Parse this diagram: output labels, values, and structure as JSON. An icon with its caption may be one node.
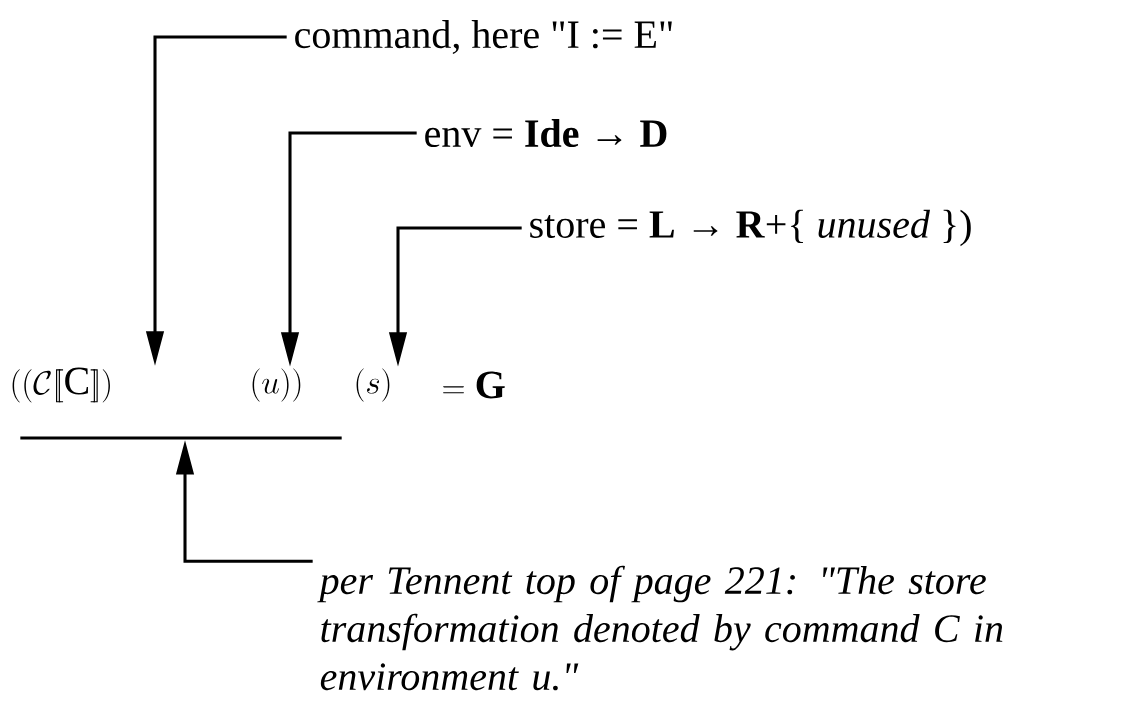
{
  "diagram": {
    "nodes": [
      {
        "text": [
          "command, here \"I := E\""
        ]
      },
      {
        "text": [
          "env = **Ide → D**"
        ]
      },
      {
        "text": [
          "store = **L → R**+{ *unused* })"
        ]
      },
      {
        "text": [
          "((\\mathcal{C}[\\![\\mathrm{C}]\\!])"
        ]
      },
      {
        "text": [
          "(u))"
        ]
      },
      {
        "text": [
          "(s)"
        ]
      },
      {
        "text": [
          "= \\mathbf{G}"
        ]
      },
      {
        "text": [],
        "shape": "bar"
      },
      {
        "text": [
          "per Tennent top of page 221: \"The store transformation denoted by command C in environment u.\""
        ]
      }
    ],
    "edges": [
      {
        "from": 0,
        "to": 3,
        "arrow": "to"
      },
      {
        "from": 1,
        "to": 4,
        "arrow": "to"
      },
      {
        "from": 2,
        "to": 5,
        "arrow": "to"
      },
      {
        "from": 8,
        "to": 7,
        "arrow": "to"
      }
    ]
  }
}
